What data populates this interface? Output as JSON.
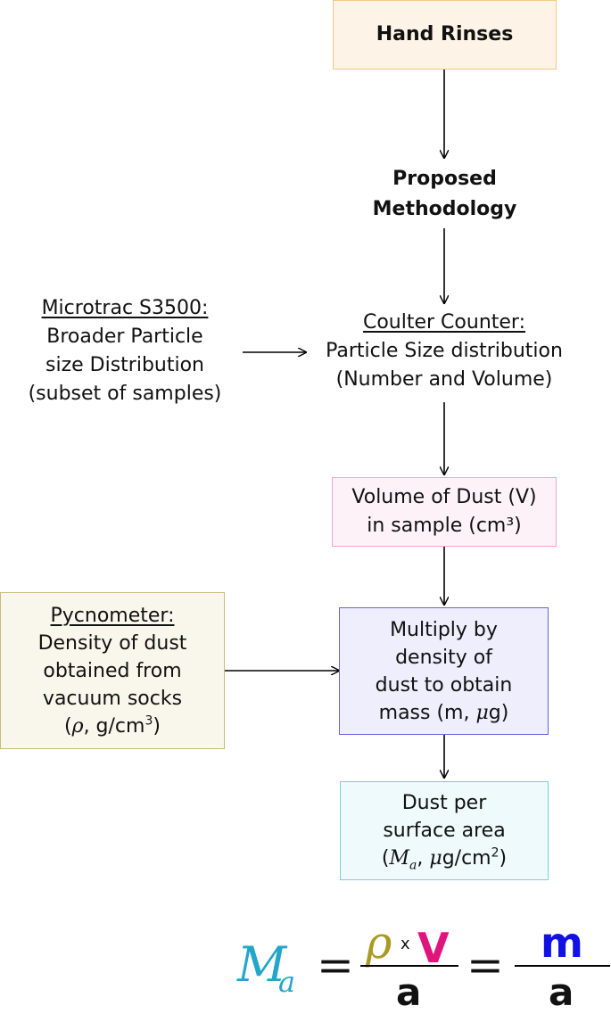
{
  "nodes": {
    "hand_rinses": "Hand Rinses",
    "proposed": {
      "line1": "Proposed",
      "line2": "Methodology"
    },
    "microtrac": {
      "title": "Microtrac S3500:",
      "line1": "Broader Particle",
      "line2": "size Distribution",
      "line3": "(subset of samples)"
    },
    "coulter": {
      "title": "Coulter Counter:",
      "line1": "Particle Size distribution",
      "line2": "(Number and Volume)"
    },
    "volume": {
      "line1": "Volume of Dust (V)",
      "line2": "in sample (cm³)"
    },
    "pycnometer": {
      "title": "Pycnometer:",
      "line1": "Density of dust",
      "line2": "obtained from",
      "line3": "vacuum socks",
      "line4_pre": "(",
      "rho": "ρ",
      "line4_mid": ", g/cm",
      "line4_sup": "3",
      "line4_post": ")"
    },
    "multiply": {
      "line1": "Multiply by",
      "line2": "density of",
      "line3": "dust to obtain",
      "line4_pre": "mass (m, ",
      "mu": "μ",
      "line4_post": "g)"
    },
    "dust_area": {
      "line1": "Dust per",
      "line2": "surface area",
      "line3_pre": "(",
      "M": "M",
      "a_sub": "a",
      "line3_mid": ", ",
      "mu": "μ",
      "line3_unit": "g/cm",
      "line3_sup": "2",
      "line3_post": ")"
    }
  },
  "formula": {
    "M": "M",
    "a_sub": "a",
    "equals": "=",
    "rho": "ρ",
    "times": "x",
    "V": "V",
    "denom": "a",
    "m": "m"
  },
  "colors": {
    "hand_rinses_border": "#f5c88a",
    "hand_rinses_fill": "#fdf3e6",
    "volume_border": "#f2a6c8",
    "volume_fill": "#fdf2f7",
    "pycnometer_border": "#c8bb7a",
    "pycnometer_fill": "#f9f7ec",
    "multiply_border": "#6666d6",
    "multiply_fill": "#eeeefc",
    "dust_area_border": "#7ecfd9",
    "dust_area_fill": "#eefafc",
    "formula_M": "#22a6c9",
    "formula_rho": "#a89a22",
    "formula_V": "#e0147c",
    "formula_m": "#1111e6",
    "arrow": "#000000"
  }
}
